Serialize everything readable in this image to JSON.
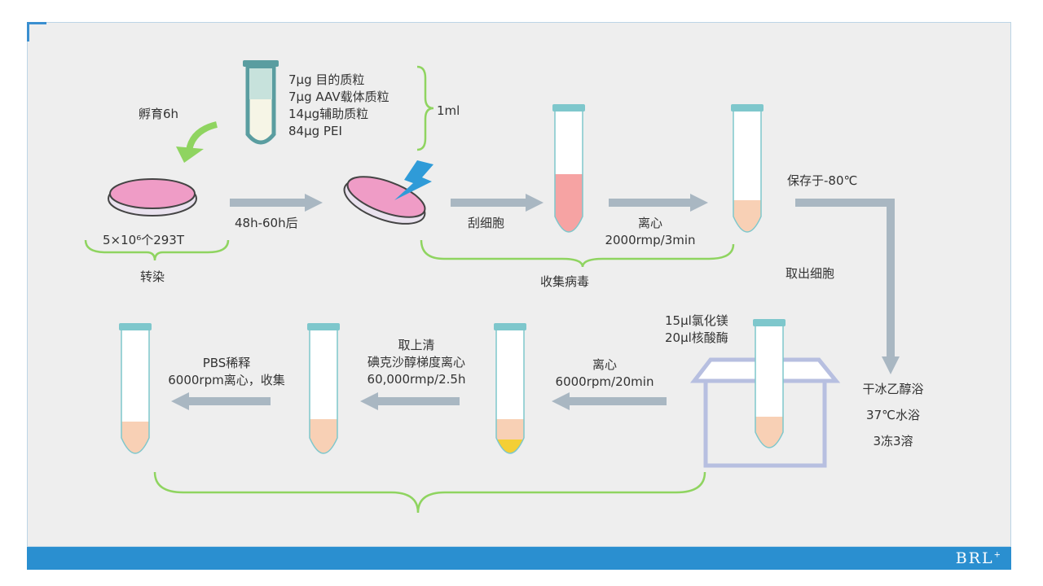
{
  "reagents": [
    "7μg 目的质粒",
    "7μg AAV载体质粒",
    "14μg辅助质粒",
    "84μg PEI"
  ],
  "volume": "1ml",
  "incubate": "孵育6h",
  "cells": "5×10⁶个293T",
  "time": "48h-60h后",
  "transfect": "转染",
  "scrape": "刮细胞",
  "centrifuge1": [
    "离心",
    "2000rmp/3min"
  ],
  "collect_virus": "收集病毒",
  "store": "保存于-80℃",
  "take_cells": "取出细胞",
  "freeze_thaw": [
    "干冰乙醇浴",
    "37℃水浴",
    "3冻3溶"
  ],
  "enzymes": [
    "15μl氯化镁",
    "20μl核酸酶"
  ],
  "centrifuge2": [
    "离心",
    "6000rpm/20min"
  ],
  "supernatant": [
    "取上清",
    "碘克沙醇梯度离心",
    "60,000rmp/2.5h"
  ],
  "pbs": [
    "PBS稀释",
    "6000rpm离心，收集"
  ],
  "logo": "BRL",
  "colors": {
    "arrow": "#a9b7c2",
    "green": "#8fd460",
    "dish_pink": "#ef9cc6",
    "tube_cap": "#7ec7cc",
    "tube_red": "#f6a3a3",
    "tube_peach": "#f8d0b5",
    "tube_yellow": "#f4cf35",
    "box": "#b7bfe0"
  }
}
